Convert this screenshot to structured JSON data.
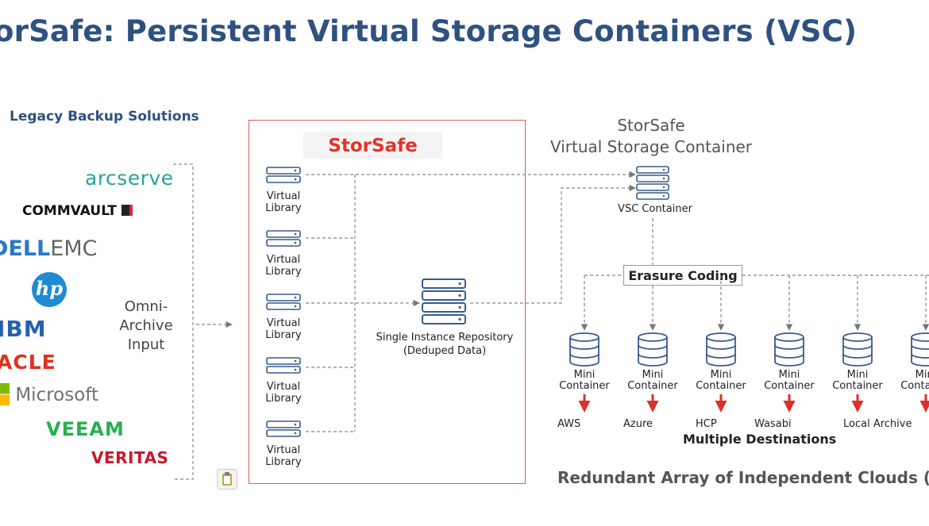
{
  "title": "orSafe: Persistent Virtual Storage Containers (VSC)",
  "legacy": {
    "heading": "Legacy Backup Solutions",
    "vendors": [
      "arcserve",
      "COMMVAULT",
      "DELL",
      "EMC",
      "hp",
      "IBM",
      "ACLE",
      "Microsoft",
      "VEEAM",
      "VERITAS"
    ]
  },
  "omni_input": {
    "line1": "Omni-",
    "line2": "Archive",
    "line3": "Input"
  },
  "storsafe": {
    "label": "StorSafe",
    "virtual_library": {
      "line1": "Virtual",
      "line2": "Library"
    },
    "repository": {
      "line1": "Single Instance Repository",
      "line2": "(Deduped Data)"
    }
  },
  "vsc": {
    "title_line1": "StorSafe",
    "title_line2": "Virtual Storage Container",
    "container_label": "VSC Container"
  },
  "erasure_coding": "Erasure Coding",
  "mini_container": {
    "line1": "Mini",
    "line2": "Container"
  },
  "destinations": [
    "AWS",
    "Azure",
    "HCP",
    "Wasabi",
    "Local Archive"
  ],
  "multiple_destinations": "Multiple Destinations",
  "raic": "Redundant Array of Independent Clouds (RA",
  "colors": {
    "title": "#2f5180",
    "storsafe_red": "#e53228",
    "icon_blue": "#3a5a8c",
    "arrow_red": "#d9322a"
  },
  "icons": [
    "server-icon",
    "database-icon",
    "clipboard-icon"
  ]
}
